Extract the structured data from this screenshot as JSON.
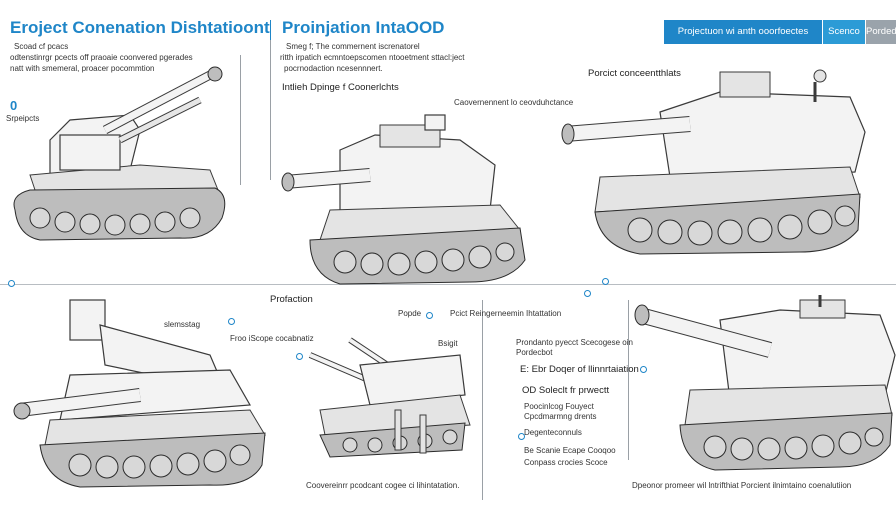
{
  "header": {
    "left_title": "Eroject Conenation Dishtatioont",
    "center_title": "Proinjation IntaOOD",
    "button_primary": "Projectuon wi anth ooorfoectes",
    "button_secondary": "Scenco",
    "button_tertiary": "Porded"
  },
  "top_left": {
    "line1": "Scoad cf pcacs",
    "line2": "odtenstinrgr pcects off praoaie coonvered pgerades",
    "line3": "natt with smemeral, proacer pocommtion",
    "number": "0",
    "label": "Srpeipcts"
  },
  "top_center": {
    "line1": "Smeg f; The commernent iscrenatorel",
    "line2": "ritth irpatich ecmntoepscomen ntooetment sttacl:ject",
    "line3": "pocrnodaction ncesennnert.",
    "label": "Intlieh Dpinge f Coonerlchts"
  },
  "top_right": {
    "label_a": "Caovernennent lo ceovduhctance",
    "label_b": "Porcict  conceentthlats"
  },
  "bottom_left": {
    "label_a": "slemsstag",
    "label_b": "Froo iScope cocabnatiz"
  },
  "bottom_center": {
    "title": "Profaction",
    "label_a": "Popde",
    "label_b": "Pcict Reingerneemin Ihtattation",
    "label_c": "Bsigit",
    "caption": "Coovereinrr pcodcant cogee ci lihintatation."
  },
  "bottom_right_text": {
    "line1": "Prondanto pyecct Scecogese oin",
    "line2": "Pordecbot",
    "heading": "E: Ebr Doqer of llinnrtaiation",
    "od_line": "OD  Soleclt fr prwectt",
    "list": [
      "Poocinlcog Fouyect",
      "Cpcdmarmng drents",
      "Degenteconnuls",
      "Be Scanie Ecape Cooqoo",
      "Conpass crocies Scoce"
    ]
  },
  "footer": {
    "right_caption": "Dpeonor promeer wil lntrifthiat Porcient ilnimtaino coenalutiion"
  },
  "colors": {
    "accent": "#1f86c8",
    "button_secondary": "#2c9bd6",
    "button_tertiary": "#9aa3ab"
  }
}
